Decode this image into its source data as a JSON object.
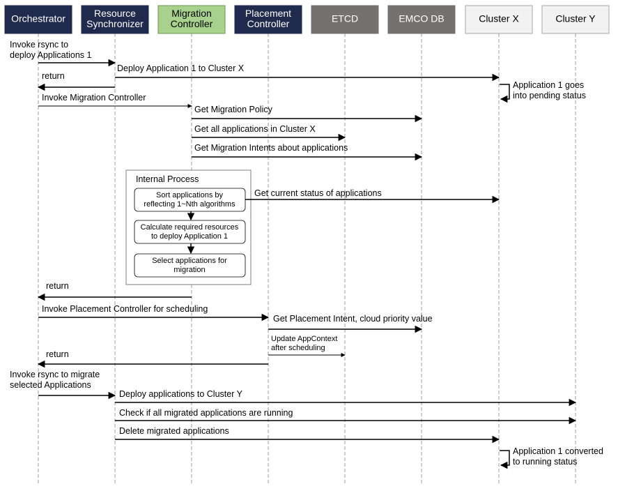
{
  "actors": [
    {
      "key": "orchestrator",
      "lines": [
        "Orchestrator"
      ],
      "fill": "#1f2a4d",
      "text_color": "#ffffff",
      "stroke": "#1f2a4d"
    },
    {
      "key": "rsync",
      "lines": [
        "Resource",
        "Synchronizer"
      ],
      "fill": "#1f2a4d",
      "text_color": "#ffffff",
      "stroke": "#1f2a4d"
    },
    {
      "key": "migration",
      "lines": [
        "Migration",
        "Controller"
      ],
      "fill": "#a9d18e",
      "text_color": "#000000",
      "stroke": "#6a9a4a"
    },
    {
      "key": "placement",
      "lines": [
        "Placement",
        "Controller"
      ],
      "fill": "#1f2a4d",
      "text_color": "#ffffff",
      "stroke": "#1f2a4d"
    },
    {
      "key": "etcd",
      "lines": [
        "ETCD"
      ],
      "fill": "#767171",
      "text_color": "#ffffff",
      "stroke": "#767171"
    },
    {
      "key": "emcodb",
      "lines": [
        "EMCO DB"
      ],
      "fill": "#767171",
      "text_color": "#ffffff",
      "stroke": "#767171"
    },
    {
      "key": "clusterx",
      "lines": [
        "Cluster X"
      ],
      "fill": "#f2f2f2",
      "text_color": "#000000",
      "stroke": "#a6a6a6"
    },
    {
      "key": "clustery",
      "lines": [
        "Cluster Y"
      ],
      "fill": "#f2f2f2",
      "text_color": "#000000",
      "stroke": "#a6a6a6"
    }
  ],
  "messages": [
    {
      "name": "msg-invoke-rsync",
      "from": "orchestrator",
      "to": "rsync",
      "weight": "bold",
      "lines": [
        "Invoke rsync to",
        "deploy Applications 1"
      ]
    },
    {
      "name": "msg-deploy-app1-clusterx",
      "from": "rsync",
      "to": "clusterx",
      "weight": "bold",
      "lines": [
        "Deploy Application 1 to Cluster X"
      ]
    },
    {
      "name": "msg-return-1",
      "from": "rsync",
      "to": "orchestrator",
      "weight": "bold",
      "lines": [
        "return"
      ]
    },
    {
      "name": "msg-pending-status",
      "from": "clusterx",
      "to": "clusterx",
      "weight": "bold",
      "lines": [
        "Application 1 goes",
        "into pending status"
      ]
    },
    {
      "name": "msg-invoke-migration",
      "from": "orchestrator",
      "to": "migration",
      "weight": "thin",
      "lines": [
        "Invoke Migration Controller"
      ]
    },
    {
      "name": "msg-get-migration-policy",
      "from": "migration",
      "to": "emcodb",
      "weight": "bold",
      "lines": [
        "Get Migration Policy"
      ]
    },
    {
      "name": "msg-get-all-apps",
      "from": "migration",
      "to": "etcd",
      "weight": "bold",
      "lines": [
        "Get all applications in Cluster X"
      ]
    },
    {
      "name": "msg-get-migration-intents",
      "from": "migration",
      "to": "emcodb",
      "weight": "bold",
      "lines": [
        "Get Migration Intents about applications"
      ]
    },
    {
      "name": "msg-get-current-status",
      "from": "internal",
      "to": "clusterx",
      "weight": "bold",
      "lines": [
        "Get current status of applications"
      ]
    },
    {
      "name": "msg-return-2",
      "from": "migration",
      "to": "orchestrator",
      "weight": "bold",
      "lines": [
        "return"
      ]
    },
    {
      "name": "msg-invoke-placement",
      "from": "orchestrator",
      "to": "placement",
      "weight": "bold",
      "lines": [
        "Invoke Placement Controller for scheduling"
      ]
    },
    {
      "name": "msg-get-placement-intent",
      "from": "placement",
      "to": "emcodb",
      "weight": "bold",
      "lines": [
        "Get Placement Intent, cloud priority value"
      ]
    },
    {
      "name": "msg-update-appcontext",
      "from": "placement",
      "to": "etcd",
      "weight": "thin",
      "lines": [
        "Update AppContext",
        "after scheduling"
      ]
    },
    {
      "name": "msg-return-3",
      "from": "placement",
      "to": "orchestrator",
      "weight": "bold",
      "lines": [
        "return"
      ]
    },
    {
      "name": "msg-invoke-rsync-migrate",
      "from": "orchestrator",
      "to": "rsync",
      "weight": "bold",
      "lines": [
        "Invoke rsync to migrate",
        "selected Applications"
      ]
    },
    {
      "name": "msg-deploy-clustery",
      "from": "rsync",
      "to": "clustery",
      "weight": "bold",
      "lines": [
        "Deploy applications to Cluster Y"
      ]
    },
    {
      "name": "msg-check-running",
      "from": "rsync",
      "to": "clustery",
      "weight": "bold",
      "lines": [
        "Check if all migrated applications are running"
      ]
    },
    {
      "name": "msg-delete-migrated",
      "from": "rsync",
      "to": "clusterx",
      "weight": "bold",
      "lines": [
        "Delete migrated applications"
      ]
    },
    {
      "name": "msg-running-status",
      "from": "clusterx",
      "to": "clusterx",
      "weight": "bold",
      "lines": [
        "Application 1 converted",
        "to running status"
      ]
    }
  ],
  "internal_process": {
    "title": "Internal Process",
    "steps": [
      [
        "Sort applications by",
        "reflecting 1~Nth algorithms"
      ],
      [
        "Calculate required resources",
        "to deploy Application 1"
      ],
      [
        "Select applications for",
        "migration"
      ]
    ]
  }
}
